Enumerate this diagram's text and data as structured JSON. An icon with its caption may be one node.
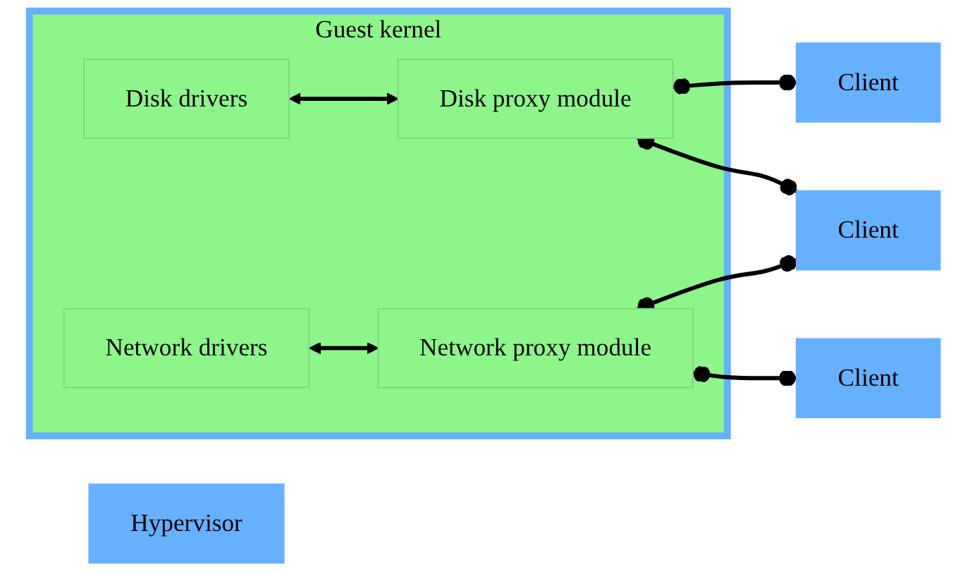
{
  "diagram": {
    "nodes": [
      {
        "text": [
          "Guest kernel"
        ]
      },
      {
        "text": [
          "Disk drivers"
        ],
        "in": 0
      },
      {
        "text": [
          "Disk proxy module"
        ],
        "in": 0
      },
      {
        "text": [
          "Network drivers"
        ],
        "in": 0
      },
      {
        "text": [
          "Network proxy module"
        ],
        "in": 0
      },
      {
        "text": [
          "Client"
        ]
      },
      {
        "text": [
          "Client"
        ]
      },
      {
        "text": [
          "Client"
        ]
      },
      {
        "text": [
          "Hypervisor"
        ]
      }
    ],
    "edges": [
      {
        "from": 1,
        "to": 2,
        "arrow": "both"
      },
      {
        "from": 3,
        "to": 4,
        "arrow": "both"
      },
      {
        "from": 2,
        "to": 5,
        "arrow": "other"
      },
      {
        "from": 2,
        "to": 6,
        "arrow": "other"
      },
      {
        "from": 4,
        "to": 6,
        "arrow": "other"
      },
      {
        "from": 4,
        "to": 7,
        "arrow": "other"
      }
    ]
  }
}
